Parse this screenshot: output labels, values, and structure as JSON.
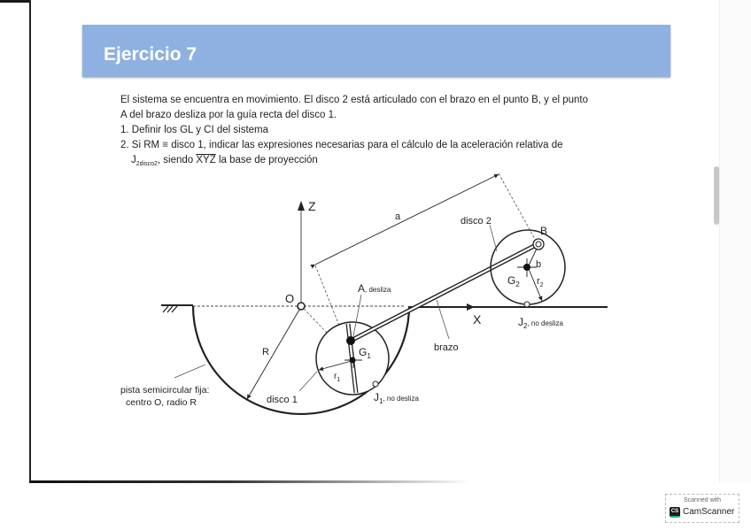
{
  "slide": {
    "title": "Ejercicio 7",
    "title_bar_color": "#8eb1e1",
    "paragraph_line1": "El sistema se encuentra en movimiento. El disco 2 está articulado con el brazo en el punto B, y el punto",
    "paragraph_line2": "A del brazo desliza por la guía recta del disco 1.",
    "item1": "1. Definir los GL y CI del sistema",
    "item2": "2. Si RM ≡ disco 1, indicar las expresiones necesarias para el cálculo de la aceleración relativa de",
    "item2_cont_J": "J",
    "item2_cont_sub": "2disco2",
    "item2_cont_mid": ",  siendo ",
    "item2_cont_xyz": "XYZ",
    "item2_cont_end": " la base de proyección"
  },
  "diagram": {
    "axis_z": "Z",
    "axis_x": "X",
    "origin": "O",
    "dim_a": "a",
    "label_disco2": "disco 2",
    "label_B": "B",
    "label_b": "b",
    "label_G2": "G",
    "label_G2_sub": "2",
    "label_r2": "r",
    "label_r2_sub": "2",
    "label_J2": "J",
    "label_J2_sub": "2",
    "label_J2_note": ", no desliza",
    "label_A": "A",
    "label_A_note": ", desliza",
    "label_brazo": "brazo",
    "label_G1": "G",
    "label_G1_sub": "1",
    "label_r1": "r",
    "label_r1_sub": "1",
    "label_R": "R",
    "label_disco1": "disco 1",
    "label_J1": "J",
    "label_J1_sub": "1",
    "label_J1_note": ", no desliza",
    "label_track_line1": "pista semicircular fija:",
    "label_track_line2": "centro O, radio R"
  },
  "watermark": {
    "line1": "Scanned with",
    "logo": "CS",
    "brand": "CamScanner"
  }
}
